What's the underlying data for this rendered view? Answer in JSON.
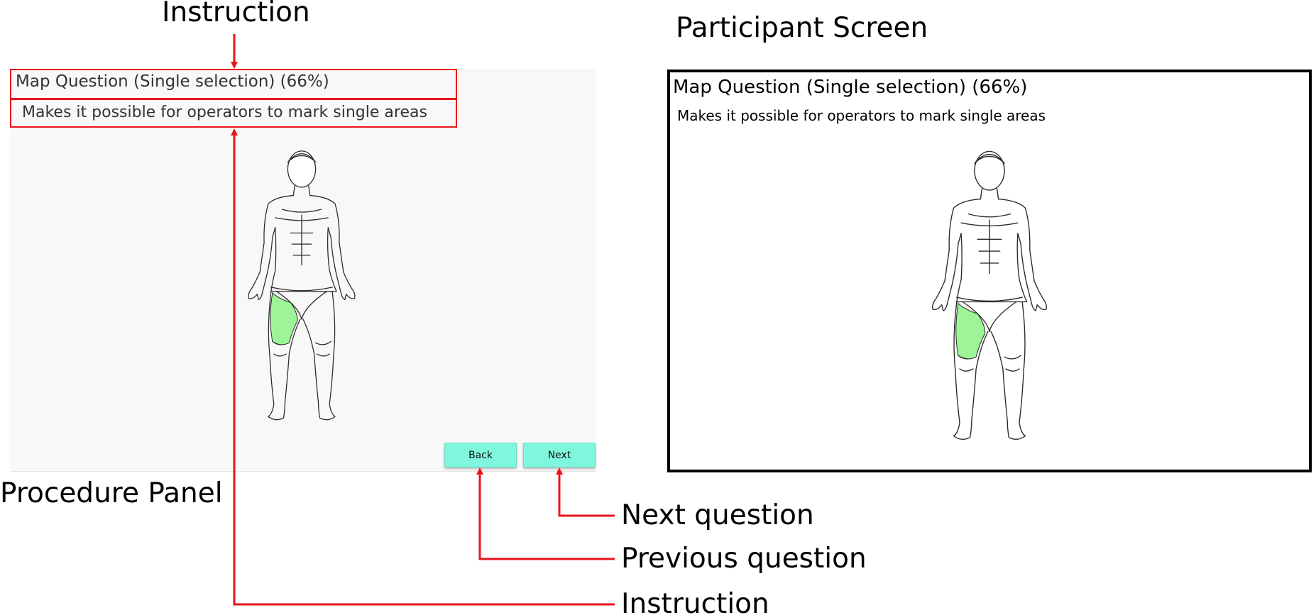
{
  "annotations": {
    "instruction_top": "Instruction",
    "participant_screen": "Participant Screen",
    "procedure_panel": "Procedure Panel",
    "next_question": "Next question",
    "previous_question": "Previous question",
    "instruction_bottom": "Instruction"
  },
  "procedure_panel": {
    "title": "Map Question (Single selection) (66%)",
    "description": "Makes it possible for operators to mark single areas",
    "back_label": "Back",
    "next_label": "Next"
  },
  "participant_screen": {
    "title": "Map Question (Single selection) (66%)",
    "description": "Makes it possible for operators to mark single areas"
  },
  "colors": {
    "highlight": "#e8141c",
    "selected_area": "#9df597",
    "button": "#7ff7dd"
  },
  "icons": [
    "human-body-map-icon"
  ]
}
